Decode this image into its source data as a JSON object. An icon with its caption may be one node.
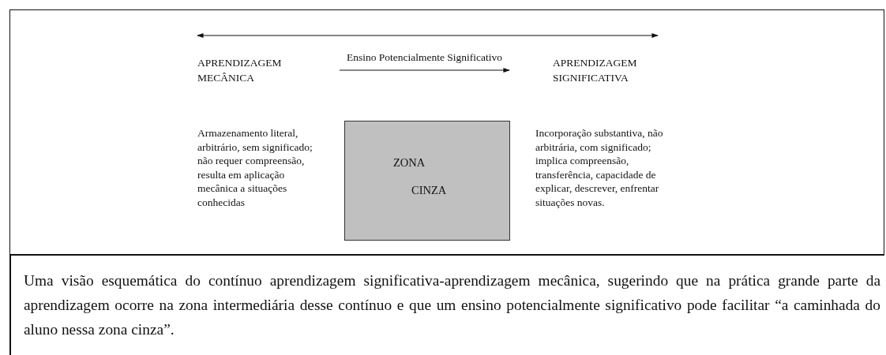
{
  "diagram": {
    "caption": "Uma visão esquemática do contínuo aprendizagem significativa-aprendizagem mecânica, sugerindo que na prática grande parte da aprendizagem ocorre na zona intermediária desse contínuo e que um ensino potencialmente significativo pode facilitar “a caminhada do aluno nessa zona cinza”.",
    "nodes": [
      {
        "text": [
          "APRENDIZAGEM MECÂNICA"
        ]
      },
      {
        "text": [
          "APRENDIZAGEM SIGNIFICATIVA"
        ]
      },
      {
        "text": [
          "ZONA",
          "CINZA"
        ]
      }
    ],
    "edges": [
      {
        "from": 0,
        "to": 1,
        "arrow": "to",
        "label": "Ensino Potencialmente Significativo"
      }
    ],
    "labels": [
      "Armazenamento literal, arbitrário, sem significado; não requer compreensão, resulta em aplicação mecânica a situações conhecidas",
      "Incorporação substantiva, não arbitrária, com significado; implica compreensão, transferência, capacidade de explicar, descrever, enfrentar situações novas."
    ]
  }
}
